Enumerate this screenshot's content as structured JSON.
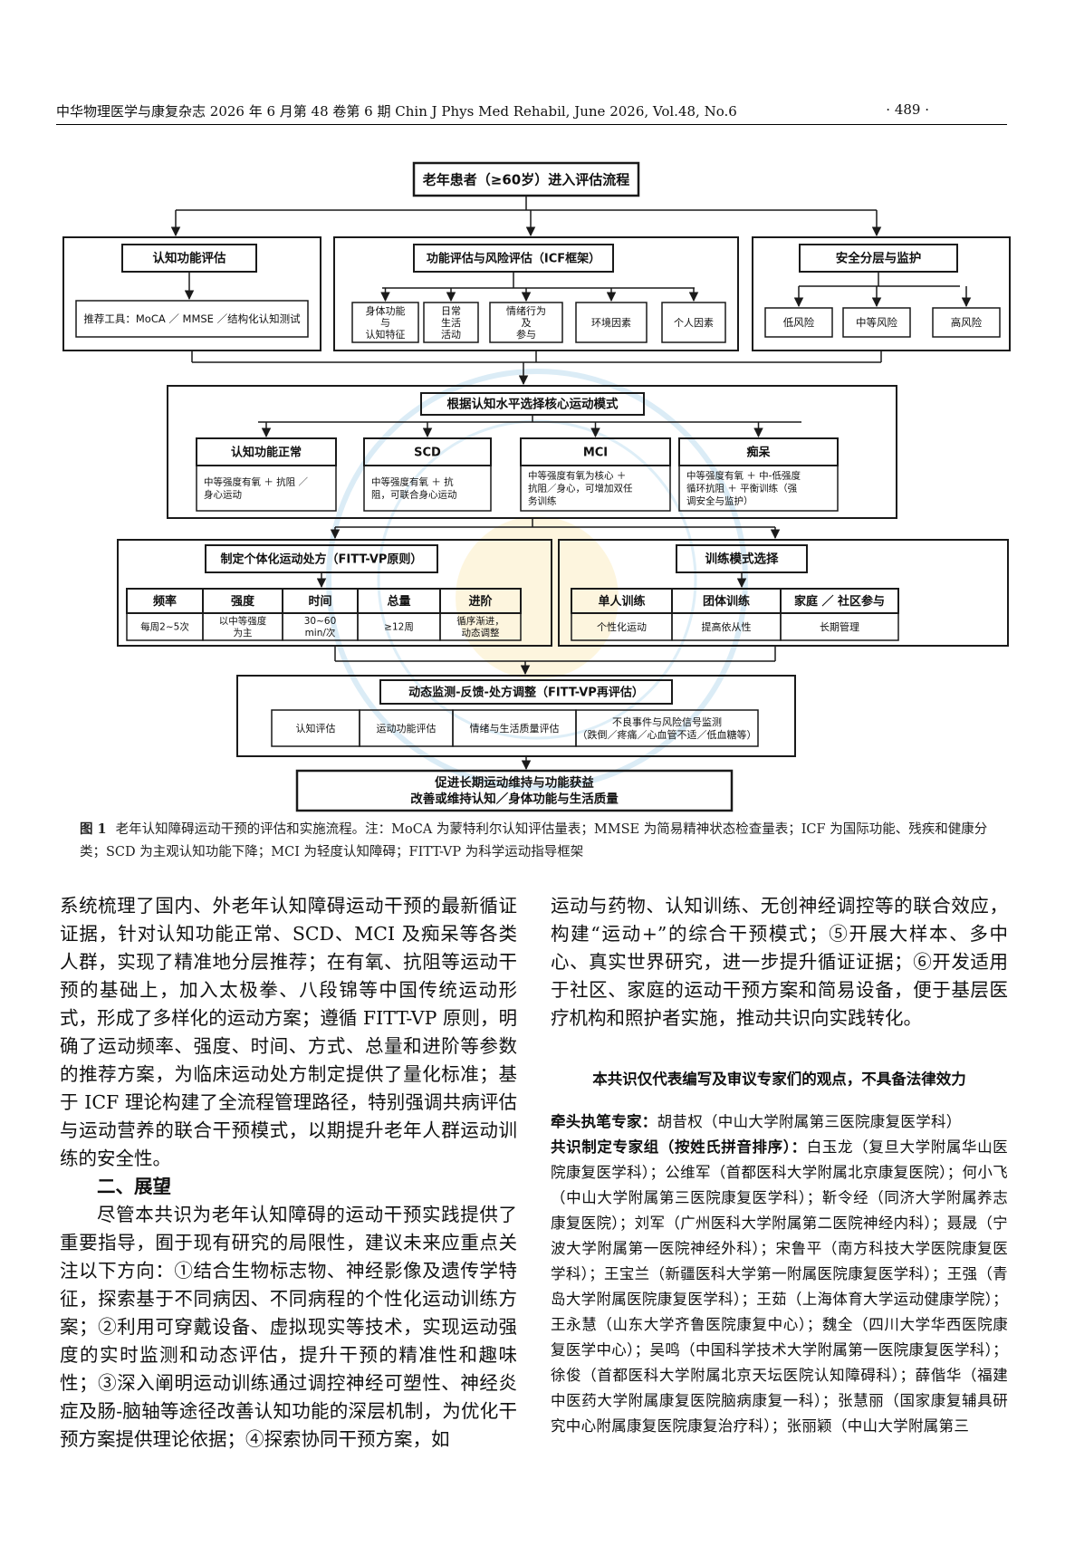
{
  "header": {
    "left": "中华物理医学与康复杂志 2026 年 6 月第 48 卷第 6 期   Chin J Phys Med Rehabil, June 2026, Vol.48, No.6",
    "page_number": "· 489 ·"
  },
  "flowchart": {
    "top": "老年患者（≥60岁）进入评估流程",
    "cognitive": {
      "title": "认知功能评估",
      "tools": "推荐工具：MoCA ／ MMSE ／结构化认知测试"
    },
    "functional": {
      "title": "功能评估与风险评估（ICF框架）",
      "items": [
        {
          "lines": [
            "身体功能",
            "与",
            "认知特征"
          ]
        },
        {
          "lines": [
            "日常",
            "生活",
            "活动"
          ]
        },
        {
          "lines": [
            "情绪行为",
            "及",
            "参与"
          ]
        },
        {
          "lines": [
            "环境因素"
          ]
        },
        {
          "lines": [
            "个人因素"
          ]
        }
      ]
    },
    "safety": {
      "title": "安全分层与监护",
      "levels": [
        "低风险",
        "中等风险",
        "高风险"
      ]
    },
    "core": {
      "title": "根据认知水平选择核心运动模式",
      "groups": [
        {
          "name": "认知功能正常",
          "lines": [
            "中等强度有氧 ＋ 抗阻 ／",
            "身心运动"
          ]
        },
        {
          "name": "SCD",
          "lines": [
            "中等强度有氧 ＋ 抗",
            "阻，可联合身心运动"
          ]
        },
        {
          "name": "MCI",
          "lines": [
            "中等强度有氧为核心 ＋",
            "抗阻／身心，可增加双任",
            "务训练"
          ]
        },
        {
          "name": "痴呆",
          "lines": [
            "中等强度有氧 ＋ 中-低强度",
            "循环抗阻 ＋ 平衡训练（强",
            "调安全与监护）"
          ]
        }
      ]
    },
    "prescription": {
      "title": "制定个体化运动处方（FITT-VP原则）",
      "headers": [
        "频率",
        "强度",
        "时间",
        "总量",
        "进阶"
      ],
      "cells": [
        [
          "每周2~5次"
        ],
        [
          "以中等强度",
          "为主"
        ],
        [
          "30~60",
          "min/次"
        ],
        [
          "≥12周"
        ],
        [
          "循序渐进，",
          "动态调整"
        ]
      ]
    },
    "mode": {
      "title": "训练模式选择",
      "headers": [
        "单人训练",
        "团体训练",
        "家庭 ／ 社区参与"
      ],
      "cells": [
        "个性化运动",
        "提高依从性",
        "长期管理"
      ]
    },
    "monitor": {
      "title": "动态监测-反馈-处方调整（FITT-VP再评估）",
      "items": [
        {
          "lines": [
            "认知评估"
          ]
        },
        {
          "lines": [
            "运动功能评估"
          ]
        },
        {
          "lines": [
            "情绪与生活质量评估"
          ]
        },
        {
          "lines": [
            "不良事件与风险信号监测",
            "（跌倒／疼痛／心血管不适／低血糖等）"
          ]
        }
      ]
    },
    "outcome": {
      "lines": [
        "促进长期运动维持与功能获益",
        "改善或维持认知／身体功能与生活质量"
      ]
    },
    "colors": {
      "line": "#1a1a1a",
      "watermark": "#5aa9d6",
      "watermark_center": "#f3c64a"
    }
  },
  "caption": {
    "label": "图 1",
    "text": "老年认知障碍运动干预的评估和实施流程。注：MoCA 为蒙特利尔认知评估量表；MMSE 为简易精神状态检查量表；ICF 为国际功能、残疾和健康分类；SCD 为主观认知功能下降；MCI 为轻度认知障碍；FITT-VP 为科学运动指导框架"
  },
  "left_column": {
    "para1": "系统梳理了国内、外老年认知障碍运动干预的最新循证证据，针对认知功能正常、SCD、MCI 及痴呆等各类人群，实现了精准地分层推荐；在有氧、抗阻等运动干预的基础上，加入太极拳、八段锦等中国传统运动形式，形成了多样化的运动方案；遵循 FITT-VP 原则，明确了运动频率、强度、时间、方式、总量和进阶等参数的推荐方案，为临床运动处方制定提供了量化标准；基于 ICF 理论构建了全流程管理路径，特别强调共病评估与运动营养的联合干预模式，以期提升老年人群运动训练的安全性。",
    "heading": "二、展望",
    "para2": "尽管本共识为老年认知障碍的运动干预实践提供了重要指导，囿于现有研究的局限性，建议未来应重点关注以下方向：①结合生物标志物、神经影像及遗传学特征，探索基于不同病因、不同病程的个性化运动训练方案；②利用可穿戴设备、虚拟现实等技术，实现运动强度的实时监测和动态评估，提升干预的精准性和趣味性；③深入阐明运动训练通过调控神经可塑性、神经炎症及肠-脑轴等途径改善认知功能的深层机制，为优化干预方案提供理论依据；④探索协同干预方案，如"
  },
  "right_column": {
    "para1": "运动与药物、认知训练、无创神经调控等的联合效应，构建“运动+”的综合干预模式；⑤开展大样本、多中心、真实世界研究，进一步提升循证证据；⑥开发适用于社区、家庭的运动干预方案和简易设备，便于基层医疗机构和照护者实施，推动共识向实践转化。",
    "disclaimer": "本共识仅代表编写及审议专家们的观点，不具备法律效力",
    "lead_label": "牵头执笔专家：",
    "lead_text": "胡昔权（中山大学附属第三医院康复医学科）",
    "group_label": "共识制定专家组（按姓氏拼音排序）：",
    "group_text": "白玉龙（复旦大学附属华山医院康复医学科）；公维军（首都医科大学附属北京康复医院）；何小飞（中山大学附属第三医院康复医学科）；靳令经（同济大学附属养志康复医院）；刘军（广州医科大学附属第二医院神经内科）；聂晟（宁波大学附属第一医院神经外科）；宋鲁平（南方科技大学医院康复医学科）；王宝兰（新疆医科大学第一附属医院康复医学科）；王强（青岛大学附属医院康复医学科）；王茹（上海体育大学运动健康学院）；王永慧（山东大学齐鲁医院康复中心）；魏全（四川大学华西医院康复医学中心）；吴鸣（中国科学技术大学附属第一医院康复医学科）；徐俊（首都医科大学附属北京天坛医院认知障碍科）；薛偕华（福建中医药大学附属康复医院脑病康复一科）；张慧丽（国家康复辅具研究中心附属康复医院康复治疗科）；张丽颖（中山大学附属第三"
  }
}
